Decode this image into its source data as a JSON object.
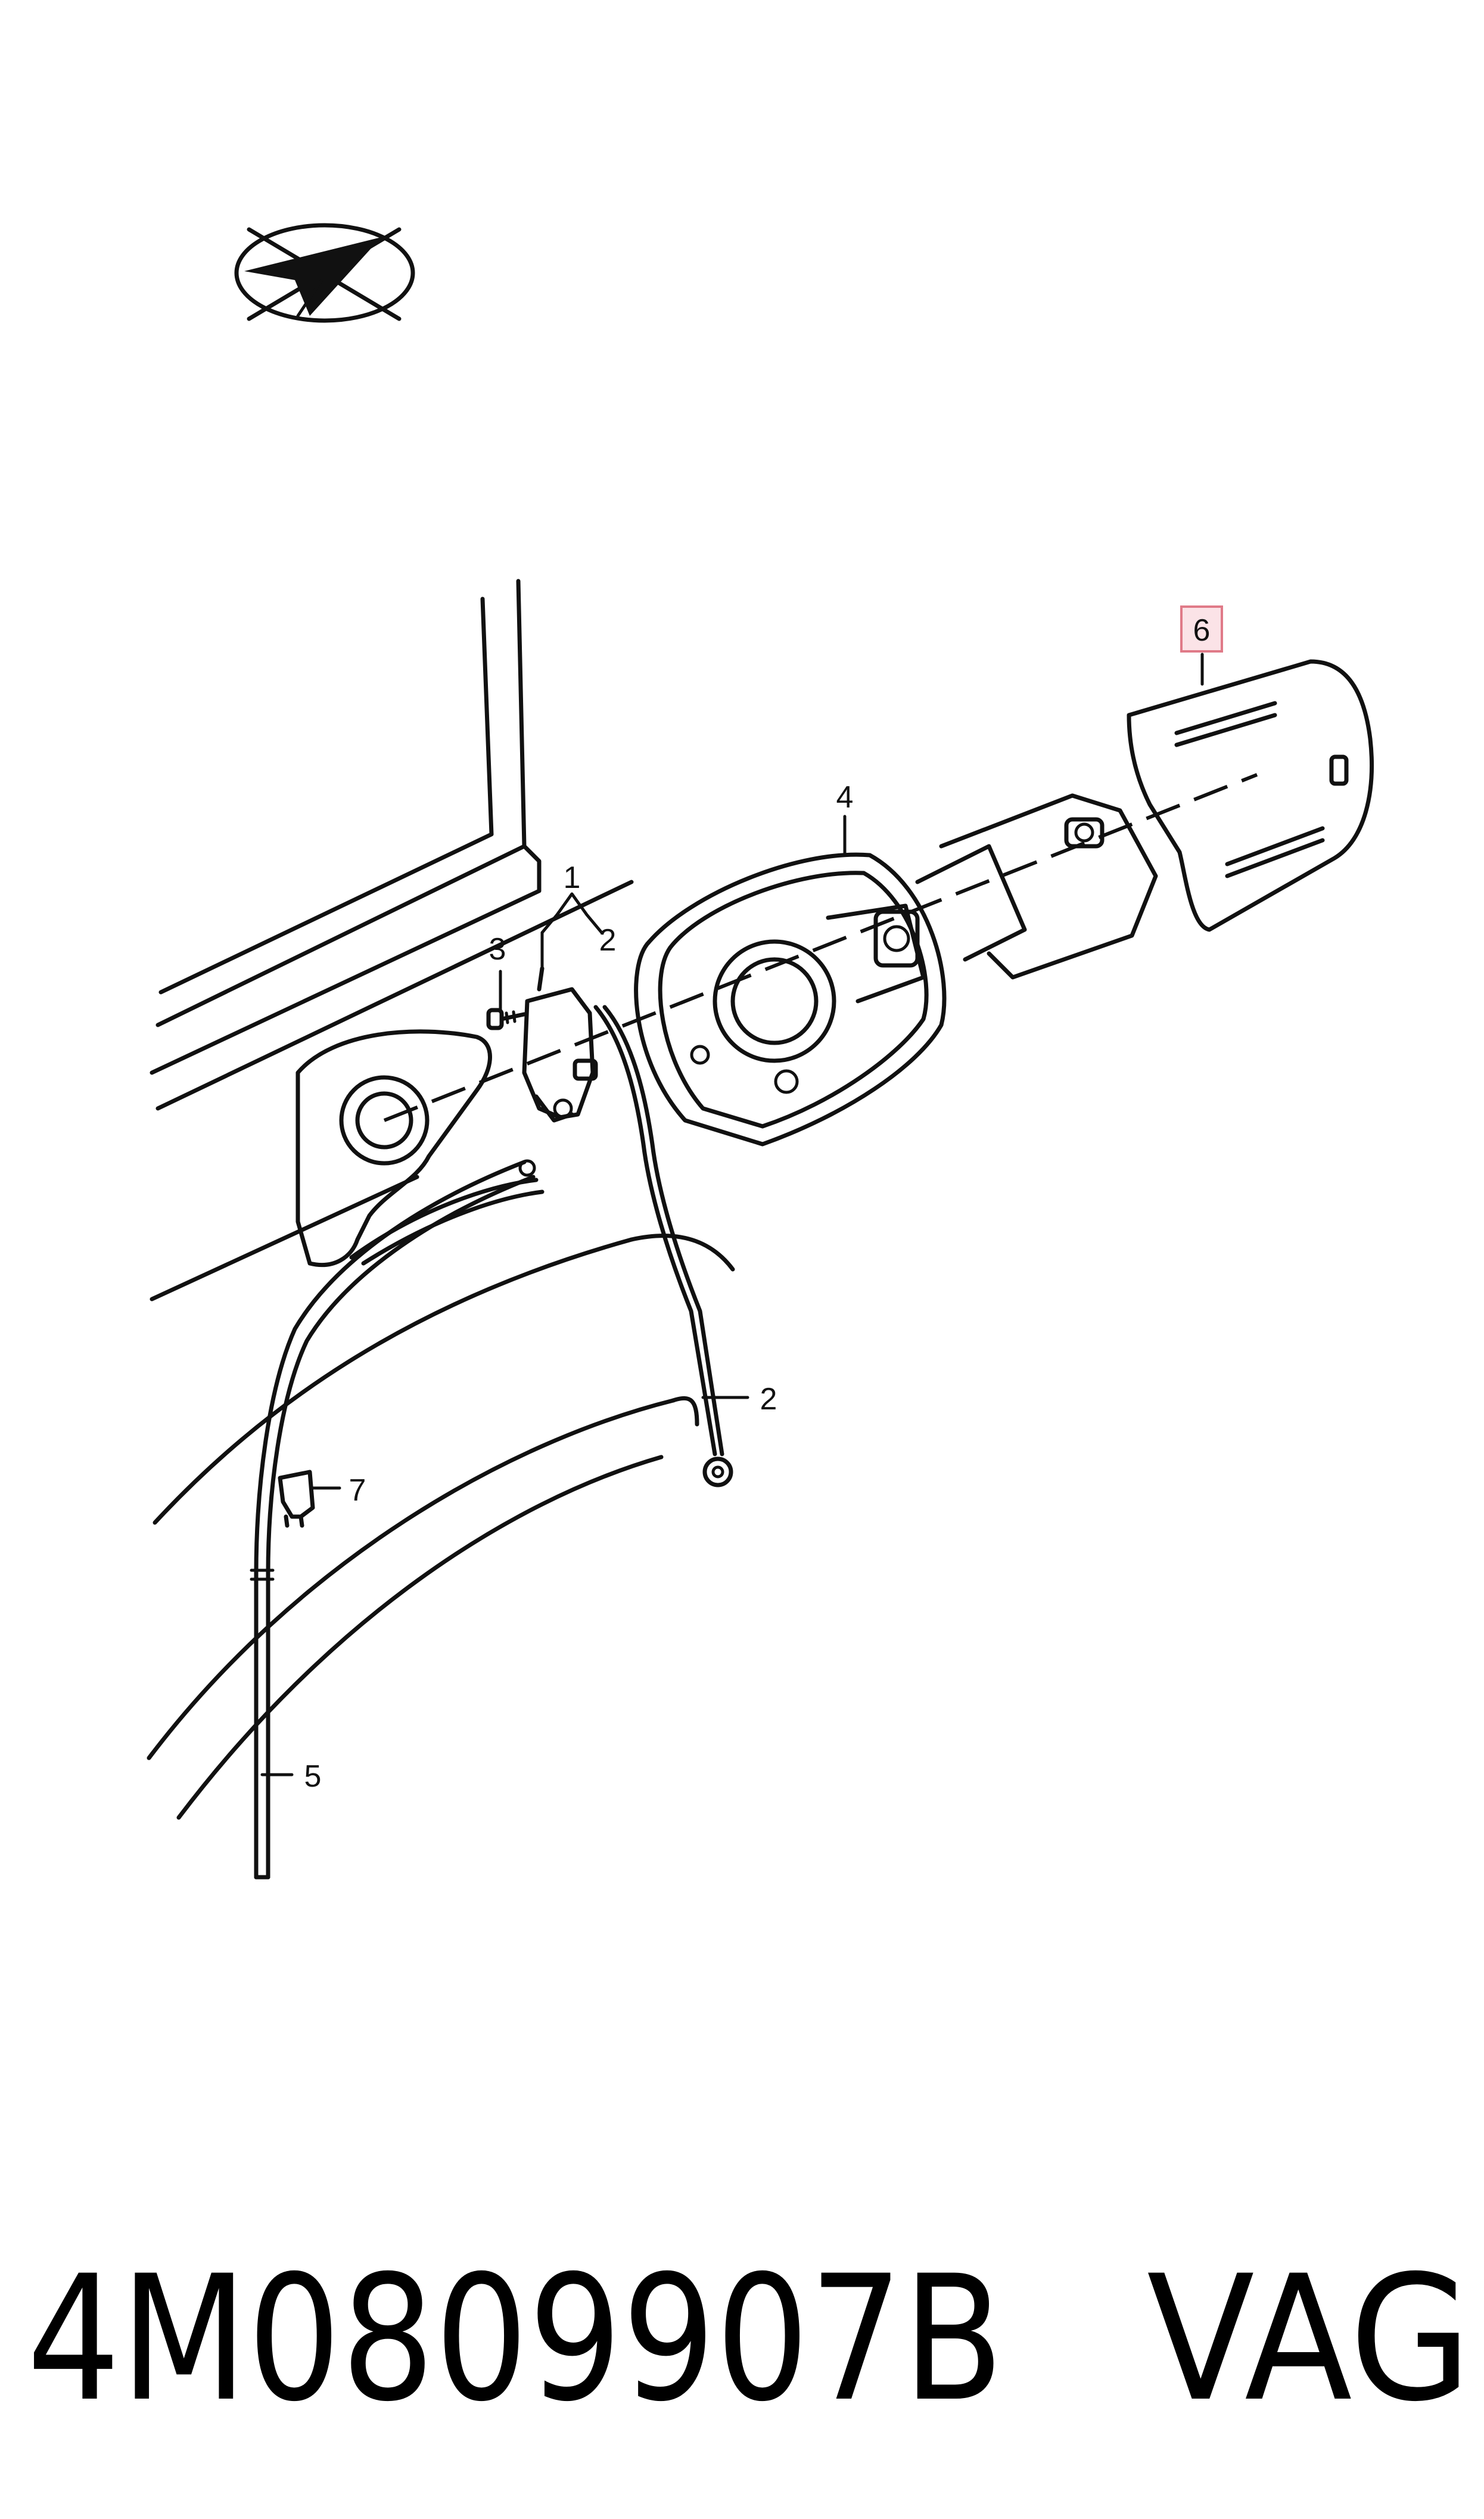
{
  "callouts": {
    "c1": "1",
    "c2a": "2",
    "c2b": "2",
    "c3": "3",
    "c4": "4",
    "c5": "5",
    "c6": "6",
    "c7": "7"
  },
  "highlighted_callout": "6",
  "highlight_color": "#e07a88",
  "footer": {
    "part_number": "4M0809907B",
    "brand": "VAG"
  }
}
